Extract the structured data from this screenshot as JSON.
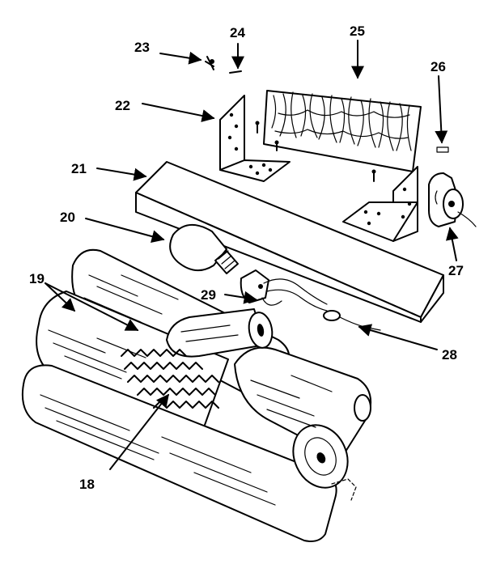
{
  "callouts": {
    "n18": "18",
    "n19": "19",
    "n20": "20",
    "n21": "21",
    "n22": "22",
    "n23": "23",
    "n24": "24",
    "n25": "25",
    "n26": "26",
    "n27": "27",
    "n28": "28",
    "n29": "29"
  },
  "colors": {
    "ink": "#000000",
    "paper": "#ffffff"
  }
}
